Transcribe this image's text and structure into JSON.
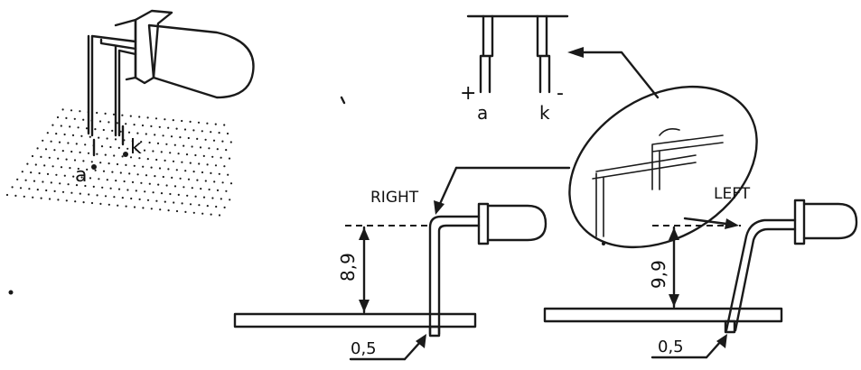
{
  "labels": {
    "anode_small": "a",
    "cathode_small": "k",
    "anode_pin": "a",
    "cathode_pin": "k",
    "plus": "+",
    "minus": "-",
    "right": "RIGHT",
    "left": "LEFT",
    "height_right": "8,9",
    "height_left": "9,9",
    "protrusion_right": "0,5",
    "protrusion_left": "0,5"
  }
}
